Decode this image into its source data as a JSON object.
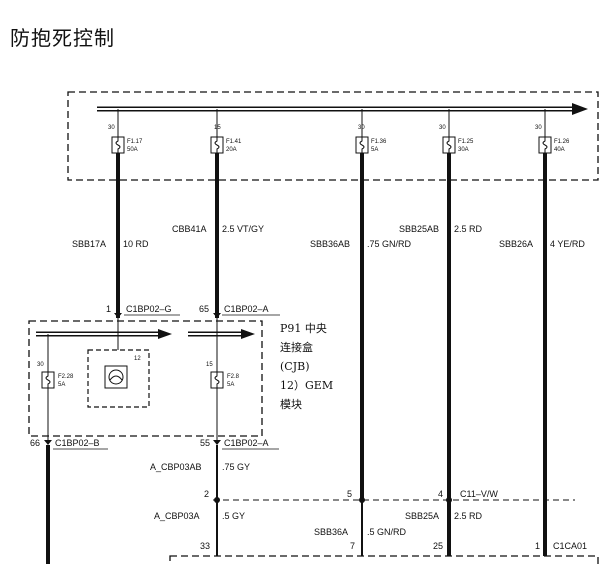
{
  "title": "防抱死控制",
  "top_fuses": [
    {
      "num": "30",
      "id": "F1.17",
      "rating": "50A"
    },
    {
      "num": "15",
      "id": "F1.41",
      "rating": "20A"
    },
    {
      "num": "30",
      "id": "F1.36",
      "rating": "5A"
    },
    {
      "num": "30",
      "id": "F1.25",
      "rating": "30A"
    },
    {
      "num": "30",
      "id": "F1.26",
      "rating": "40A"
    }
  ],
  "wires": [
    {
      "code": "SBB17A",
      "spec": "10 RD"
    },
    {
      "code": "CBB41A",
      "spec": "2.5 VT/GY"
    },
    {
      "code": "SBB36AB",
      "spec": ".75 GN/RD"
    },
    {
      "code": "SBB25AB",
      "spec": "2.5 RD"
    },
    {
      "code": "SBB26A",
      "spec": "4 YE/RD"
    }
  ],
  "connectors": {
    "c1": {
      "pin": "1",
      "name": "C1BP02–G"
    },
    "c2": {
      "pin": "65",
      "name": "C1BP02–A"
    },
    "c3": {
      "pin": "66",
      "name": "C1BP02–B"
    },
    "c4": {
      "pin": "55",
      "name": "C1BP02–A"
    }
  },
  "cjb_label": [
    "P91 中央",
    "连接盒",
    "(CJB)",
    "12）GEM",
    "模块"
  ],
  "relay": {
    "num": "12"
  },
  "inner_fuses": [
    {
      "num": "30",
      "id": "F2.28",
      "rating": "5A"
    },
    {
      "num": "15",
      "id": "F2.8",
      "rating": "5A"
    }
  ],
  "lower_wires": {
    "w1": {
      "code": "A_CBP03AB",
      "spec": ".75 GY"
    },
    "w2": {
      "code": "A_CBP03A",
      "spec": ".5 GY"
    },
    "w3": {
      "code": "SBB36A",
      "spec": ".5 GN/RD"
    },
    "w4": {
      "code": "SBB25A",
      "spec": "2.5 RD"
    }
  },
  "splice": {
    "p2": "2",
    "p5": "5",
    "p4": "4",
    "name": "C11–V/W"
  },
  "bottom": {
    "p33": "33",
    "p7": "7",
    "p25": "25",
    "p1": "1",
    "name": "C1CA01"
  }
}
